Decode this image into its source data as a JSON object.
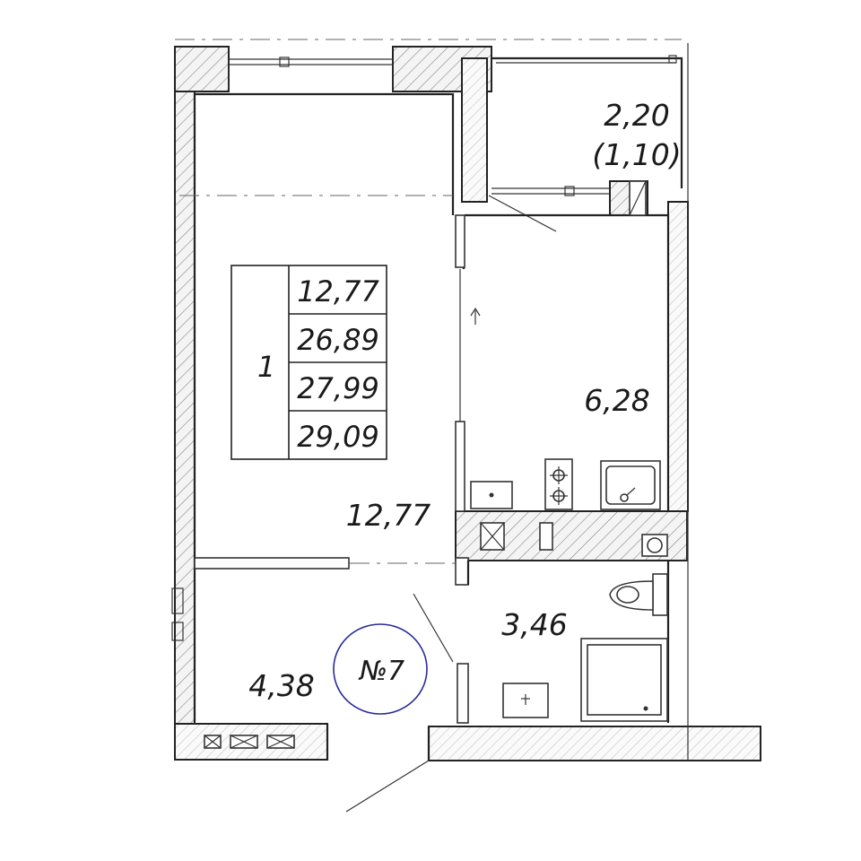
{
  "apartment": {
    "number_label": "№7",
    "room_index": "1",
    "area_table": [
      "12,77",
      "26,89",
      "27,99",
      "29,09"
    ]
  },
  "rooms": {
    "living_room": "12,77",
    "kitchen": "6,28",
    "hallway": "4,38",
    "bathroom": "3,46",
    "balcony": "2,20",
    "balcony_reduced": "(1,10)"
  },
  "colors": {
    "lines": "#222222",
    "stamp": "#2a2a9a",
    "background": "#ffffff"
  }
}
